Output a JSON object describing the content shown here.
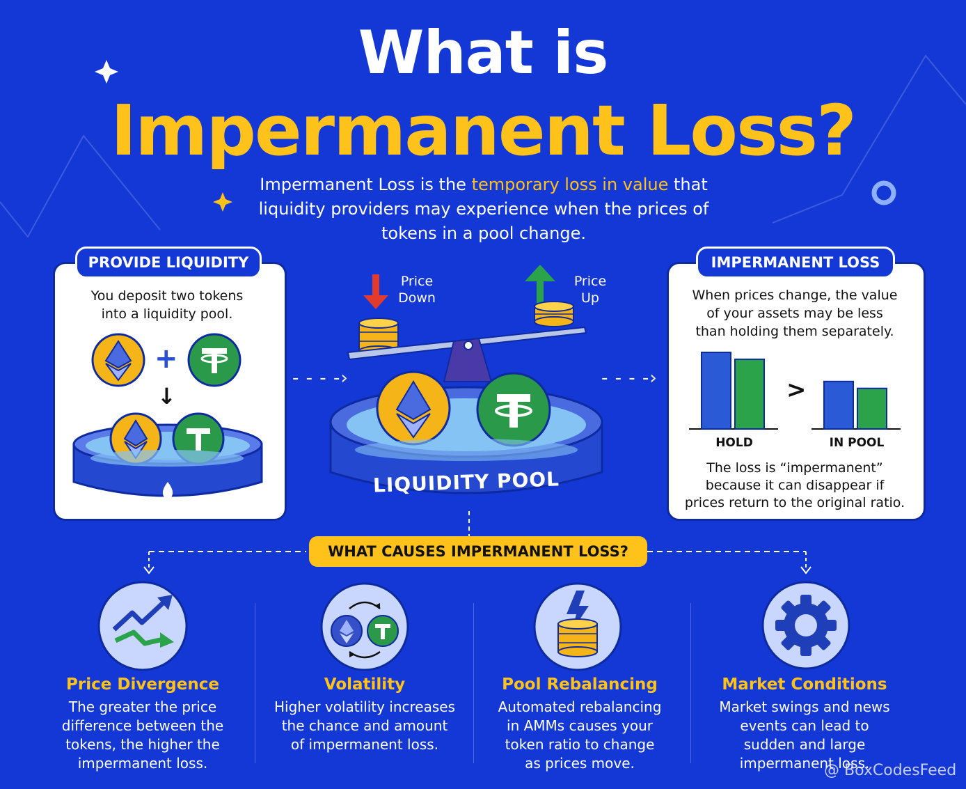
{
  "header": {
    "title_line1": "What is",
    "title_line2": "Impermanent Loss?",
    "subtitle_pre": "Impermanent Loss is the ",
    "subtitle_highlight": "temporary loss in value",
    "subtitle_post": " that liquidity providers may experience when the prices of tokens in a pool change."
  },
  "provide": {
    "label": "PROVIDE LIQUIDITY",
    "text_line1": "You deposit two tokens",
    "text_line2": "into a liquidity pool.",
    "plus": "+",
    "down_arrow": "↓"
  },
  "center": {
    "price_down": "Price Down",
    "price_up": "Price Up",
    "pool_label": "LIQUIDITY POOL"
  },
  "impermanent": {
    "label": "IMPERMANENT LOSS",
    "text_line1": "When prices change, the value",
    "text_line2": "of your assets may be less",
    "text_line3": "than holding them separately.",
    "compare_symbol": ">",
    "hold_label": "HOLD",
    "pool_label": "IN POOL",
    "footer_line1": "The loss is “impermanent”",
    "footer_line2": "because it can disappear if",
    "footer_line3": "prices return to the original ratio."
  },
  "chart_data": {
    "type": "bar",
    "categories": [
      "HOLD",
      "IN POOL"
    ],
    "series": [
      {
        "values": [
          1.0,
          0.62
        ],
        "color": "#2b5ad6"
      },
      {
        "values": [
          0.91,
          0.53
        ],
        "color": "#2aa34a"
      }
    ]
  },
  "causes": {
    "label": "WHAT CAUSES IMPERMANENT LOSS?",
    "items": [
      {
        "title": "Price Divergence",
        "l1": "The greater the price",
        "l2": "difference between the",
        "l3": "tokens, the higher the",
        "l4": "impermanent loss.",
        "icon": "trend-lines-icon"
      },
      {
        "title": "Volatility",
        "l1": "Higher volatility increases",
        "l2": "the chance and amount",
        "l3": "of impermanent loss.",
        "l4": "",
        "icon": "swap-tokens-icon"
      },
      {
        "title": "Pool Rebalancing",
        "l1": "Automated rebalancing",
        "l2": "in AMMs causes your",
        "l3": "token ratio to change",
        "l4": "as prices move.",
        "icon": "lightning-coins-icon"
      },
      {
        "title": "Market Conditions",
        "l1": "Market swings and news",
        "l2": "events can lead to",
        "l3": "sudden and large",
        "l4": "impermanent loss.",
        "icon": "gear-icon"
      }
    ]
  },
  "watermark": "@ BoxCodesFeed",
  "colors": {
    "background": "#1338d6",
    "accent": "#ffc21a",
    "eth": "#f5b417",
    "usdt": "#2a9a4a"
  }
}
